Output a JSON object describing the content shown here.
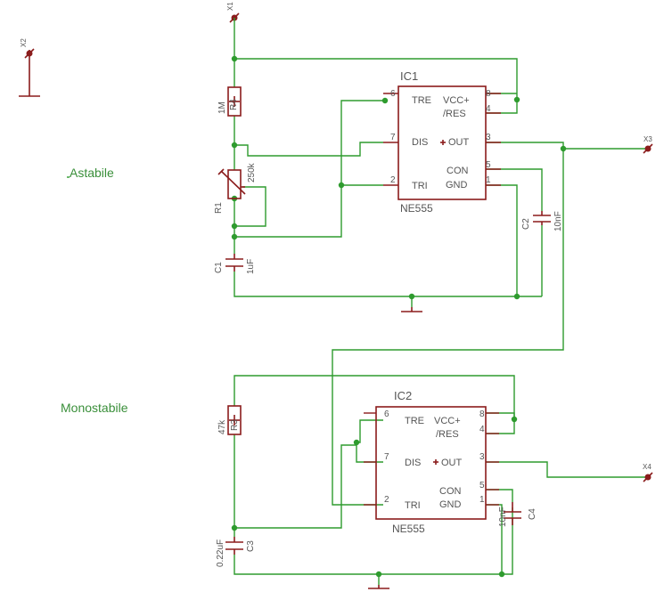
{
  "labels": {
    "astabile": "Astabile",
    "monostabile": "Monostabile"
  },
  "connectors": {
    "x1": "X1",
    "x2": "X2",
    "x3": "X3",
    "x4": "X4"
  },
  "ic1": {
    "name": "IC1",
    "value": "NE555",
    "pins": {
      "tre": "TRE",
      "vcc": "VCC+",
      "res": "/RES",
      "dis": "DIS",
      "out": "OUT",
      "con": "CON",
      "tri": "TRI",
      "gnd": "GND",
      "p6": "6",
      "p7": "7",
      "p2": "2",
      "p8": "8",
      "p4": "4",
      "p3": "3",
      "p5": "5",
      "p1": "1"
    }
  },
  "ic2": {
    "name": "IC2",
    "value": "NE555",
    "pins": {
      "tre": "TRE",
      "vcc": "VCC+",
      "res": "/RES",
      "dis": "DIS",
      "out": "OUT",
      "con": "CON",
      "tri": "TRI",
      "gnd": "GND",
      "p6": "6",
      "p7": "7",
      "p2": "2",
      "p8": "8",
      "p4": "4",
      "p3": "3",
      "p5": "5",
      "p1": "1"
    }
  },
  "components": {
    "r4": {
      "name": "R4",
      "value": "1M"
    },
    "r1": {
      "name": "R1",
      "value": "250k"
    },
    "c1": {
      "name": "C1",
      "value": "1uF"
    },
    "c2": {
      "name": "C2",
      "value": "10nF"
    },
    "r3": {
      "name": "R3",
      "value": "47k"
    },
    "c3": {
      "name": "C3",
      "value": "0.22uF"
    },
    "c4": {
      "name": "C4",
      "value": "10nF"
    }
  },
  "colors": {
    "wire": "#2e9b2e",
    "part": "#8b1c1c",
    "text": "#555555",
    "label": "#3a8f3a"
  }
}
